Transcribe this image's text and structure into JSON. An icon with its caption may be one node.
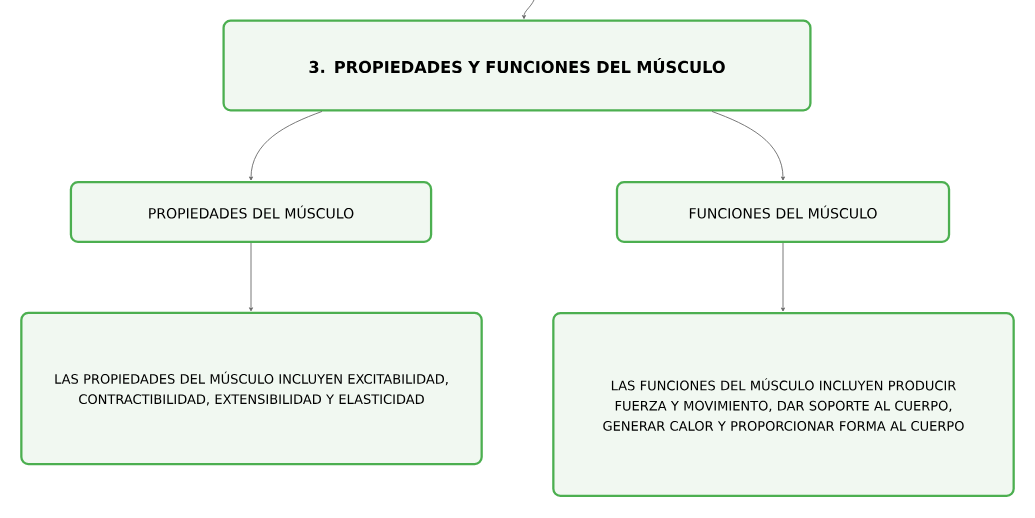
{
  "diagram": {
    "nodes": [
      {
        "text": [
          "3. PROPIEDADES Y FUNCIONES DEL MÚSCULO"
        ]
      },
      {
        "text": [
          "PROPIEDADES DEL MÚSCULO"
        ]
      },
      {
        "text": [
          "FUNCIONES DEL MÚSCULO"
        ]
      },
      {
        "text": [
          "LAS PROPIEDADES DEL MÚSCULO INCLUYEN EXCITABILIDAD, CONTRACTIBILIDAD, EXTENSIBILIDAD Y ELASTICIDAD"
        ]
      },
      {
        "text": [
          "LAS FUNCIONES DEL MÚSCULO INCLUYEN PRODUCIR FUERZA Y MOVIMIENTO, DAR SOPORTE AL CUERPO, GENERAR CALOR Y PROPORCIONAR FORMA AL CUERPO"
        ]
      }
    ],
    "edges": [
      {
        "from": null,
        "to": 0,
        "arrow": "to"
      },
      {
        "from": 0,
        "to": 1,
        "arrow": "to"
      },
      {
        "from": 0,
        "to": 2,
        "arrow": "to"
      },
      {
        "from": 1,
        "to": 3,
        "arrow": "to"
      },
      {
        "from": 2,
        "to": 4,
        "arrow": "to"
      }
    ]
  }
}
